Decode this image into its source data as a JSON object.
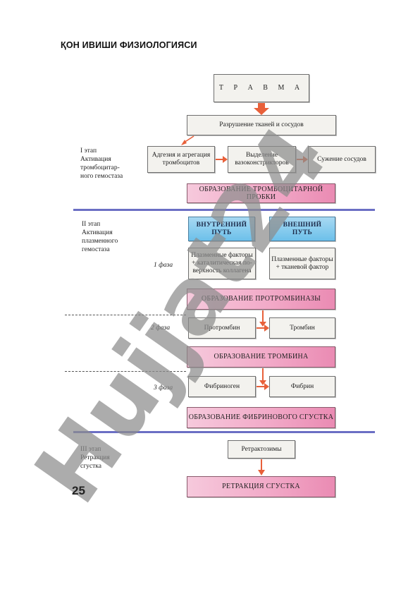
{
  "page_title": "ҚОН ИВИШИ ФИЗИОЛОГИЯСИ",
  "page_number": "25",
  "watermark": "Hujjat24",
  "colors": {
    "arrow": "#e8603a",
    "separator": "#6b6fc4",
    "pink": "#f2aac8",
    "blue": "#6cc0ea",
    "watermark": "#8c8c8c"
  },
  "stages": {
    "stage1": {
      "label": "I этап\nАктивация\nтромбоцитар-\nного гемостаза"
    },
    "stage2": {
      "label": "II этап\nАктивация\nплазменного\nгемостаза"
    },
    "stage3": {
      "label": "III этап\nРетракция\nсгустка"
    }
  },
  "phases": {
    "p1": "1 фаза",
    "p2": "2 фаза",
    "p3": "3 фаза"
  },
  "boxes": {
    "trauma": "Т Р А В М А",
    "destruction": "Разрушение тканей и сосудов",
    "adhesion": "Адгезия и агрегация\nтромбоцитов",
    "vasoconstrictors": "Выделение\nвазоконстрикторов",
    "narrowing": "Сужение сосудов",
    "platelet_plug": "ОБРАЗОВАНИЕ ТРОМБОЦИТАРНОЙ ПРОБКИ",
    "internal_path": "ВНУТРЕННИЙ\nПУТЬ",
    "external_path": "ВНЕШНИЙ\nПУТЬ",
    "plasma_factors_internal": "Плазменные факторы\n+ каталитическая по-\nверхность коллагена",
    "plasma_factors_external": "Плазменные факторы\n+ тканевой фактор",
    "prothrombinase": "ОБРАЗОВАНИЕ ПРОТРОМБИНАЗЫ",
    "prothrombin": "Протромбин",
    "thrombin": "Тромбин",
    "thrombin_formation": "ОБРАЗОВАНИЕ ТРОМБИНА",
    "fibrinogen": "Фибриноген",
    "fibrin": "Фибрин",
    "fibrin_clot": "ОБРАЗОВАНИЕ ФИБРИНОВОГО СГУСТКА",
    "retractozyme": "Ретрактозимы",
    "clot_retraction": "РЕТРАКЦИЯ СГУСТКА"
  }
}
